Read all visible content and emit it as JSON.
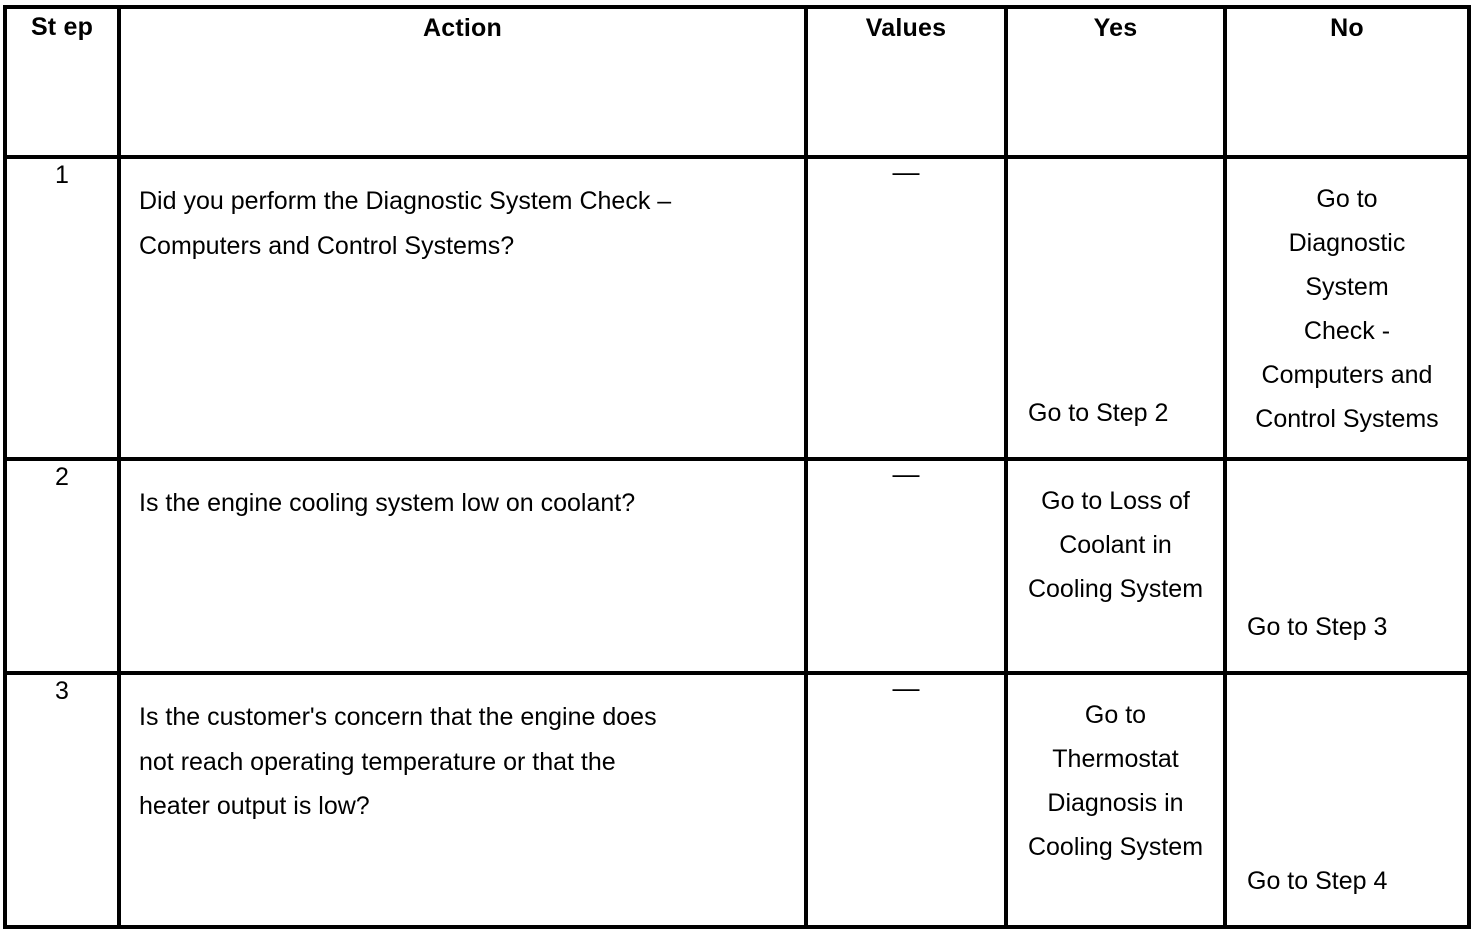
{
  "table": {
    "columns": [
      {
        "key": "step",
        "label": "St\nep"
      },
      {
        "key": "action",
        "label": "Action"
      },
      {
        "key": "values",
        "label": "Values"
      },
      {
        "key": "yes",
        "label": "Yes"
      },
      {
        "key": "no",
        "label": "No"
      }
    ],
    "dash": "—",
    "rows": [
      {
        "step": "1",
        "action": "Did you perform the Diagnostic System Check –\nComputers and Control Systems?",
        "values": "—",
        "yes": "Go to Step 2",
        "no": "Go to\nDiagnostic\nSystem\nCheck -\nComputers and\nControl Systems"
      },
      {
        "step": "2",
        "action": "Is the engine cooling system low on coolant?",
        "values": "—",
        "yes": "Go to Loss of\nCoolant in\nCooling System",
        "no": "Go to Step 3"
      },
      {
        "step": "3",
        "action": "Is the customer's concern that the engine does\nnot reach operating temperature or that the\nheater output is low?",
        "values": "—",
        "yes": "Go to\nThermostat\nDiagnosis in\nCooling System",
        "no": "Go to Step 4"
      }
    ]
  },
  "colors": {
    "border": "#000000",
    "background": "#ffffff",
    "text": "#000000"
  }
}
